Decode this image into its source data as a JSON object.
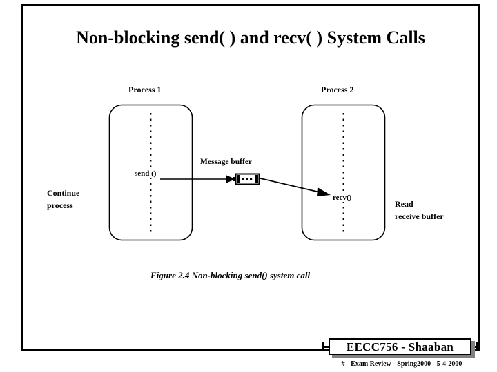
{
  "slide": {
    "title": "Non-blocking send( ) and recv( ) System Calls",
    "caption": "Figure 2.4 Non-blocking send() system call"
  },
  "diagram": {
    "process1_label": "Process 1",
    "process2_label": "Process 2",
    "send_label": "send ()",
    "recv_label": "recv()",
    "message_buffer_label": "Message buffer",
    "continue_line1": "Continue",
    "continue_line2": "process",
    "read_line1": "Read",
    "read_line2": "receive buffer"
  },
  "footer": {
    "badge": "EECC756 - Shaaban",
    "meta_hash": "#",
    "meta_event": "Exam Review",
    "meta_term": "Spring2000",
    "meta_date": "5-4-2000"
  },
  "colors": {
    "ink": "#000000",
    "paper": "#ffffff",
    "shadow": "#808080"
  }
}
